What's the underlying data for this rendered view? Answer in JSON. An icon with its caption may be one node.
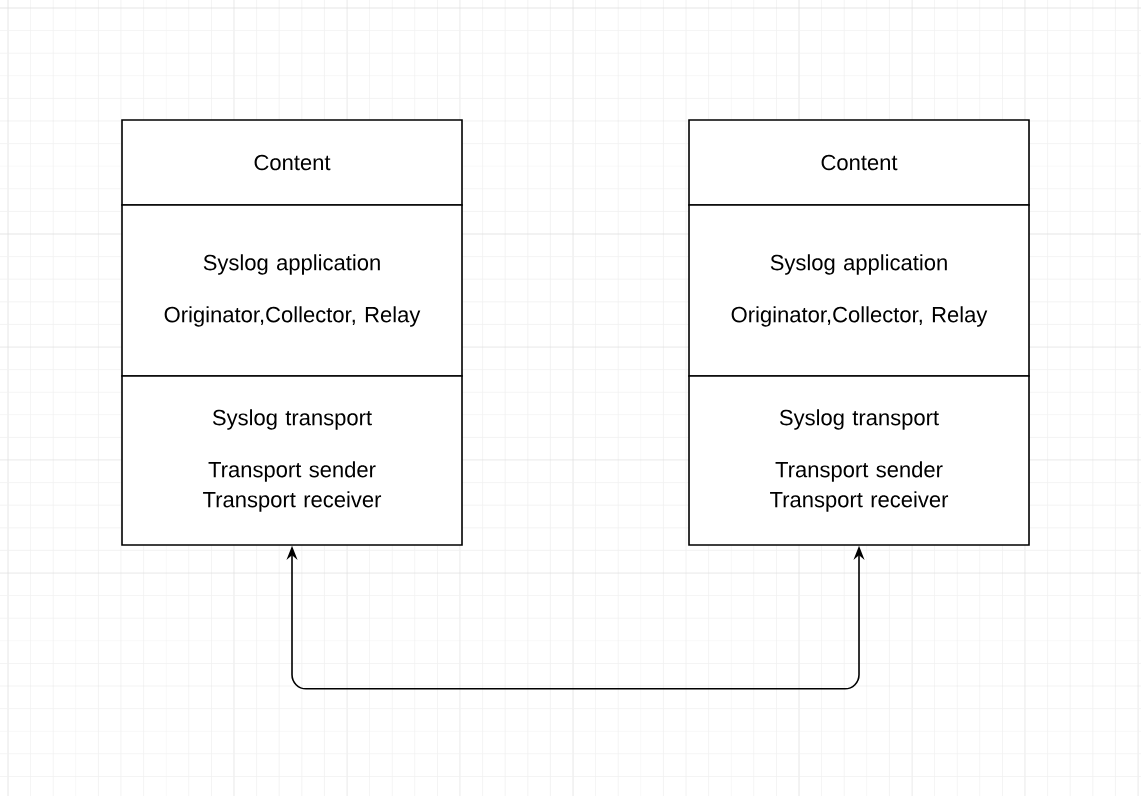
{
  "diagram": {
    "nodes": [
      {
        "text": [
          "Content"
        ]
      },
      {
        "text": [
          "Syslog application",
          "Originator,Collector, Relay"
        ]
      },
      {
        "text": [
          "Syslog transport",
          "Transport sender Transport receiver"
        ]
      },
      {
        "text": [
          "Content"
        ]
      },
      {
        "text": [
          "Syslog application",
          "Originator,Collector, Relay"
        ]
      },
      {
        "text": [
          "Syslog transport",
          "Transport sender Transport receiver"
        ]
      }
    ],
    "edges": [
      {
        "from": 2,
        "to": 5,
        "arrow": "both"
      }
    ]
  }
}
